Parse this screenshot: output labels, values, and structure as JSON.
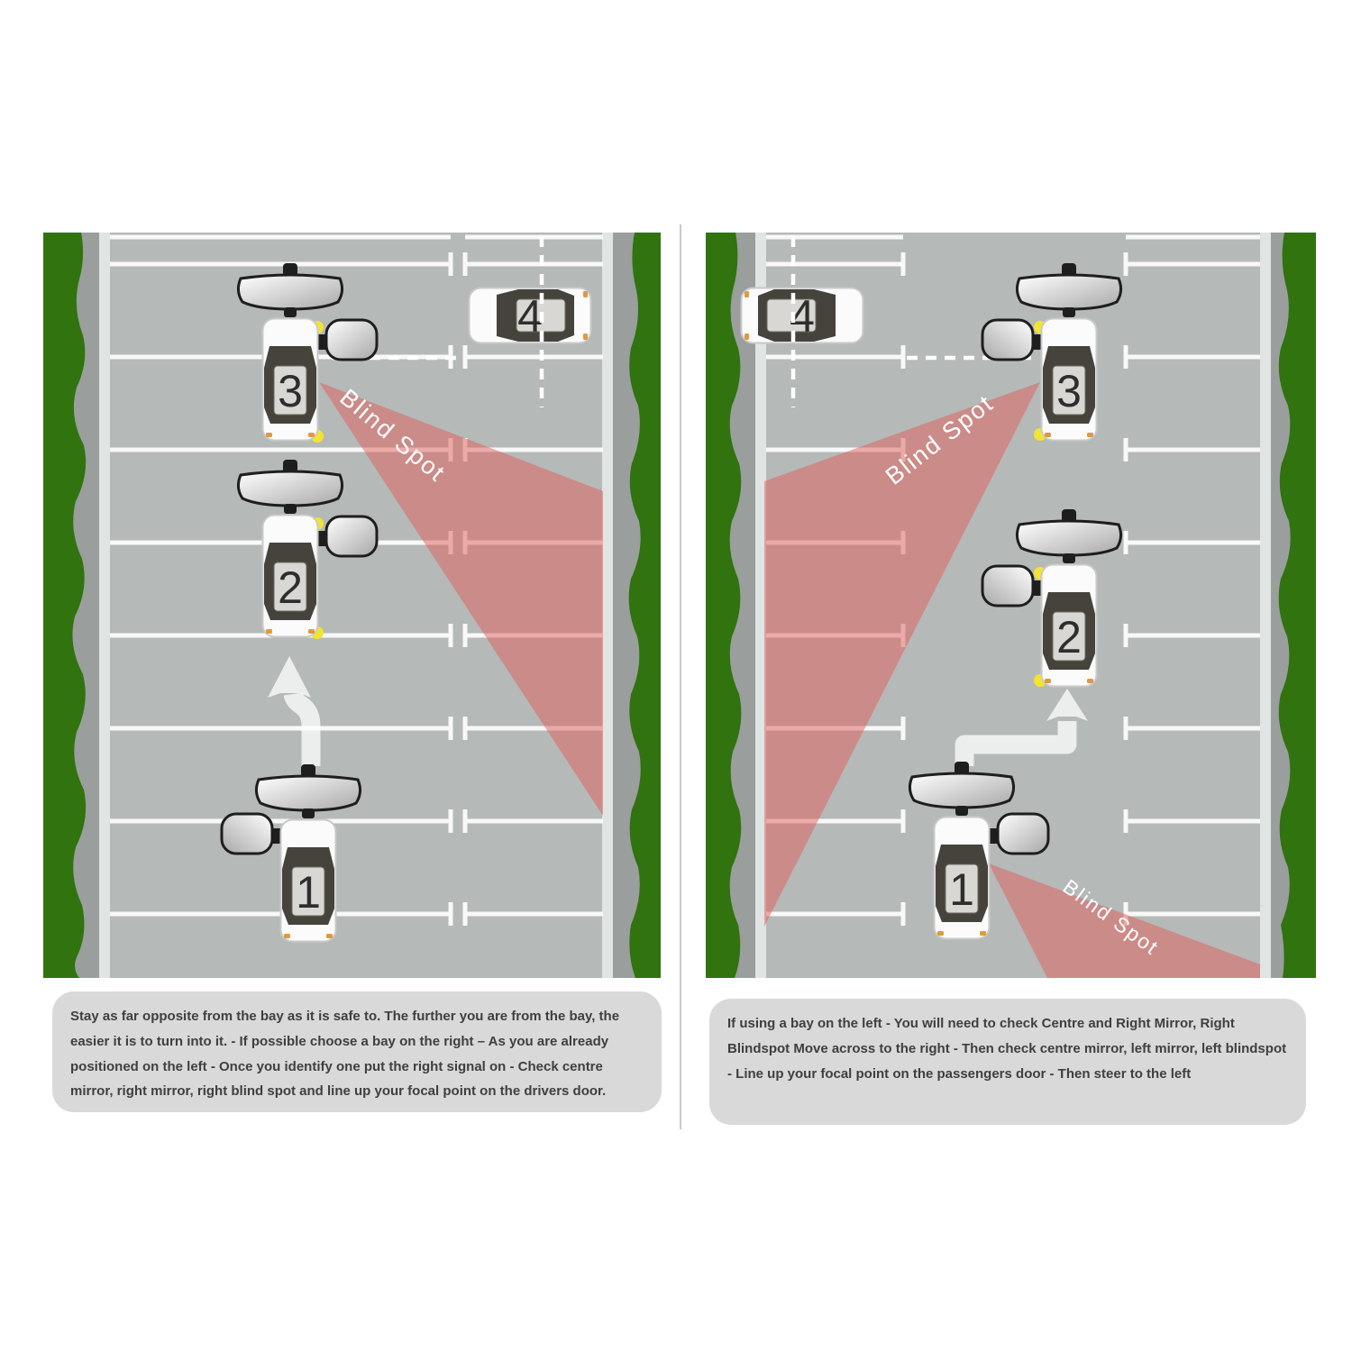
{
  "colors": {
    "road": "#b5b9b8",
    "grass": "#30730f",
    "shoulder": "#9a9e9d",
    "edge_line": "#e0e4e3",
    "bay_line": "#f8f8f8",
    "blind_spot": "#de625d",
    "car_glass": "#45433c",
    "indicator": "#f2e430",
    "caption_bg": "#d9d9d9",
    "caption_text": "#3f3f3f"
  },
  "left_panel": {
    "cars": [
      {
        "label": "1"
      },
      {
        "label": "2"
      },
      {
        "label": "3"
      },
      {
        "label": "4"
      }
    ],
    "blind_spot_label": "Blind Spot",
    "caption": "Stay as far opposite from the bay as it is safe to. The further you are from the bay, the easier it is to turn into it. - If possible choose a bay on the right – As you are already positioned on the left - Once you identify one put the right signal on - Check centre mirror, right mirror, right blind spot and line up your focal point on the drivers door."
  },
  "right_panel": {
    "cars": [
      {
        "label": "1"
      },
      {
        "label": "2"
      },
      {
        "label": "3"
      },
      {
        "label": "4"
      }
    ],
    "blind_spot_label_upper": "Blind Spot",
    "blind_spot_label_lower": "Blind Spot",
    "caption": "If using a bay on the left - You will need to check Centre and Right Mirror, Right Blindspot Move across to the right - Then check centre mirror, left mirror, left blindspot - Line up your focal point on the passengers door - Then steer to the left"
  }
}
